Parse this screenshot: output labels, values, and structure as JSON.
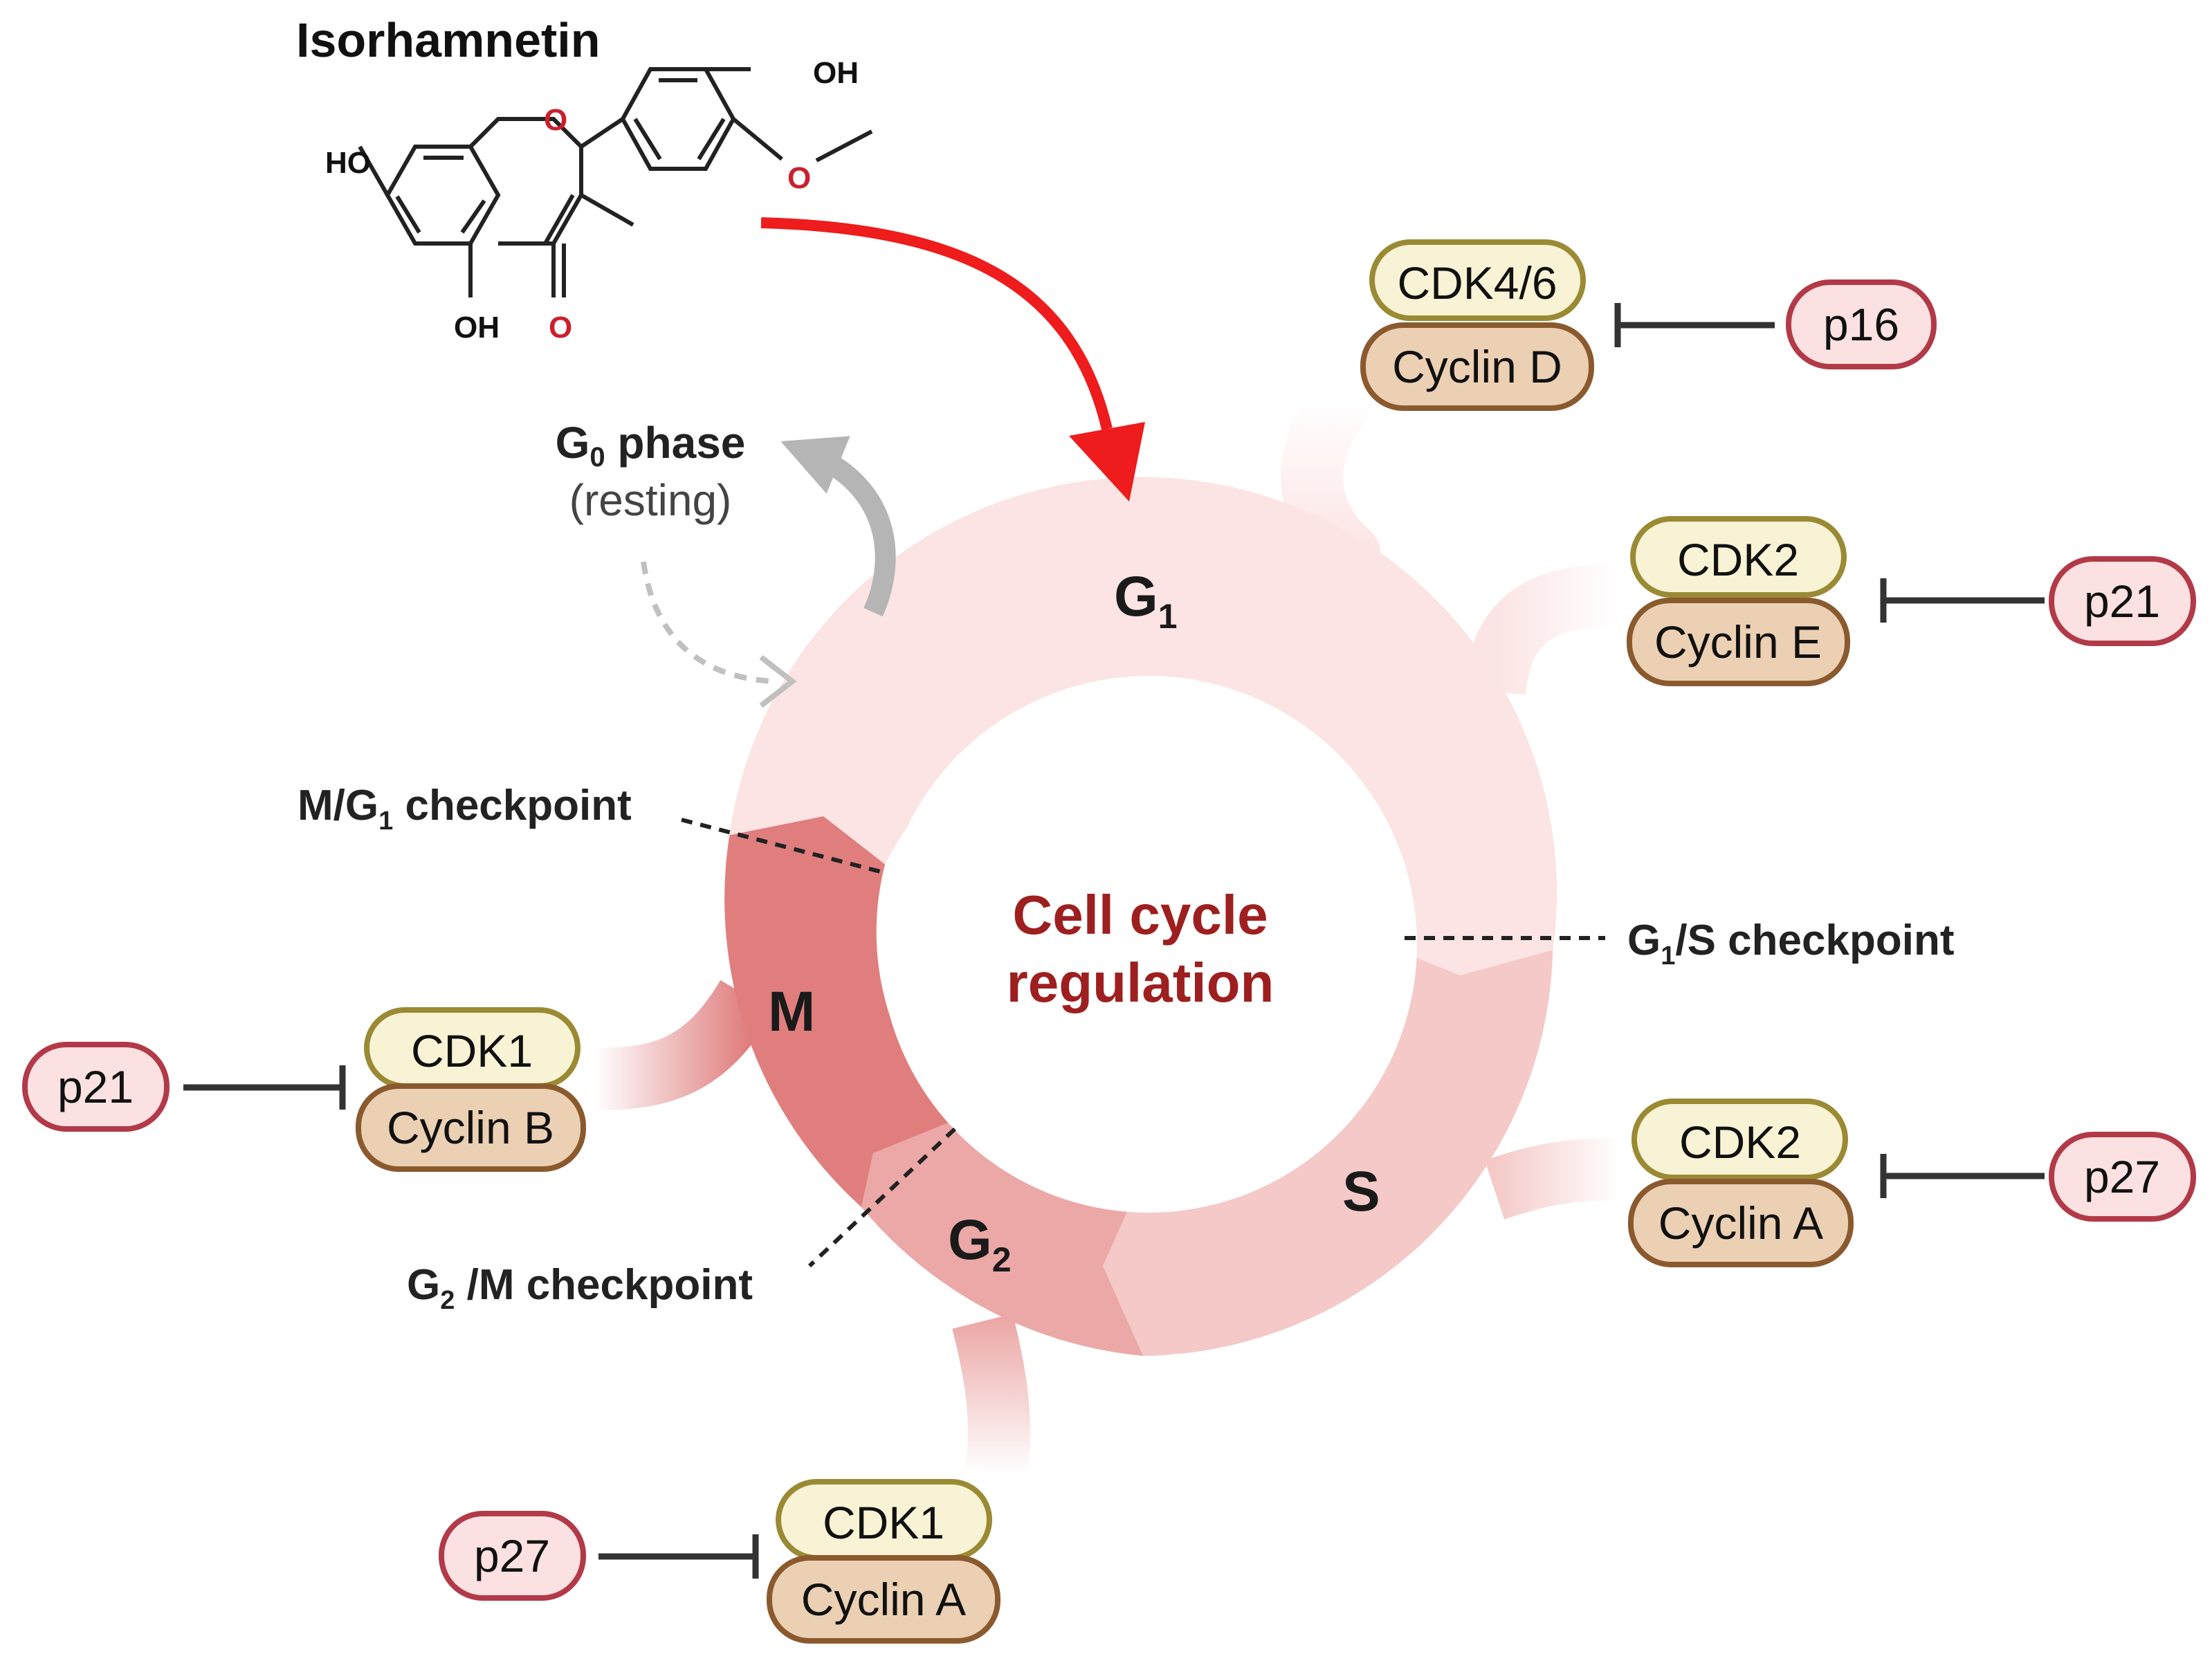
{
  "compound": {
    "name": "Isorhamnetin",
    "atoms": {
      "ho_left": "HO",
      "oh_top": "OH",
      "oh_bottom": "OH",
      "ring_o": "O",
      "carbonyl_o": "O",
      "methoxy_o": "O"
    }
  },
  "g0": {
    "label_main": "G",
    "label_sub": "0",
    "label_rest": " phase",
    "label_note": "(resting)"
  },
  "center": {
    "line1": "Cell cycle",
    "line2": "regulation"
  },
  "phases": {
    "g1": {
      "main": "G",
      "sub": "1"
    },
    "s": {
      "main": "S"
    },
    "g2": {
      "main": "G",
      "sub": "2"
    },
    "m": {
      "main": "M"
    }
  },
  "checkpoints": {
    "m_g1": {
      "pre": "M/G",
      "sub": "1",
      "post": " checkpoint"
    },
    "g1_s": {
      "pre": "G",
      "sub": "1",
      "post": "/S checkpoint"
    },
    "g2_m": {
      "pre": "G",
      "sub": "2",
      "post": " /M checkpoint"
    }
  },
  "complexes": {
    "cdk46_cycd": {
      "cdk": "CDK4/6",
      "cyclin": "Cyclin D",
      "inhibitor": "p16"
    },
    "cdk2_cyce": {
      "cdk": "CDK2",
      "cyclin": "Cyclin E",
      "inhibitor": "p21"
    },
    "cdk2_cyca": {
      "cdk": "CDK2",
      "cyclin": "Cyclin A",
      "inhibitor": "p27"
    },
    "cdk1_cycb": {
      "cdk": "CDK1",
      "cyclin": "Cyclin B",
      "inhibitor": "p21"
    },
    "cdk1_cyca": {
      "cdk": "CDK1",
      "cyclin": "Cyclin A",
      "inhibitor": "p27"
    }
  },
  "colors": {
    "g1": "#fbe4e3",
    "s": "#f4c9c7",
    "g2": "#eba8a7",
    "m": "#e07e7e",
    "accent_red": "#ee1c1c",
    "title_red": "#9e1f1f",
    "cdk_fill": "#f8f3d4",
    "cdk_stroke": "#9a8a34",
    "cyclin_fill": "#ecd0b3",
    "cyclin_stroke": "#8a5a2e",
    "inhibitor_fill": "#fbe1e1",
    "inhibitor_stroke": "#b23a48",
    "grey_arrow": "#b5b5b5",
    "molecule_red": "#cc1f2d"
  }
}
